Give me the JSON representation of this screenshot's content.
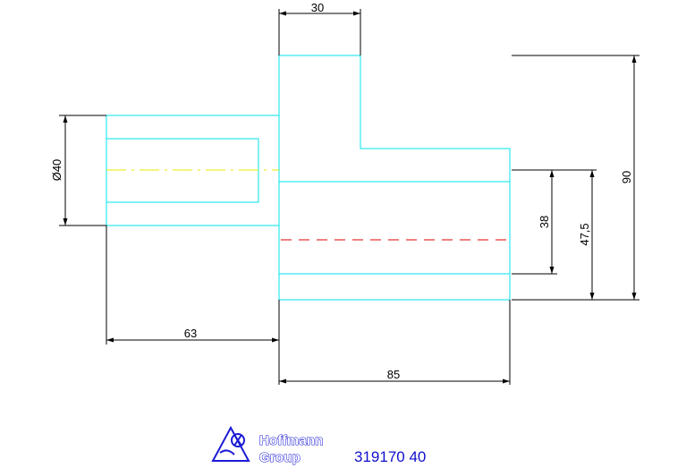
{
  "colors": {
    "outline": "#00e5ee",
    "dimension": "#000000",
    "center_line_bore": "#e8e800",
    "center_line_axis": "#e00000",
    "brand": "#1a1ad6",
    "part_number": "#1010cc"
  },
  "dimensions": {
    "top_width": "30",
    "bore_diameter": "Ø40",
    "overall_height": "90",
    "height_47_5": "47,5",
    "height_38": "38",
    "shank_length": "63",
    "body_length": "85"
  },
  "footer": {
    "brand_line1": "Hoffmann",
    "brand_line2": "Group",
    "part_number": "319170 40",
    "logo_icon": "hoffmann-group-logo"
  }
}
